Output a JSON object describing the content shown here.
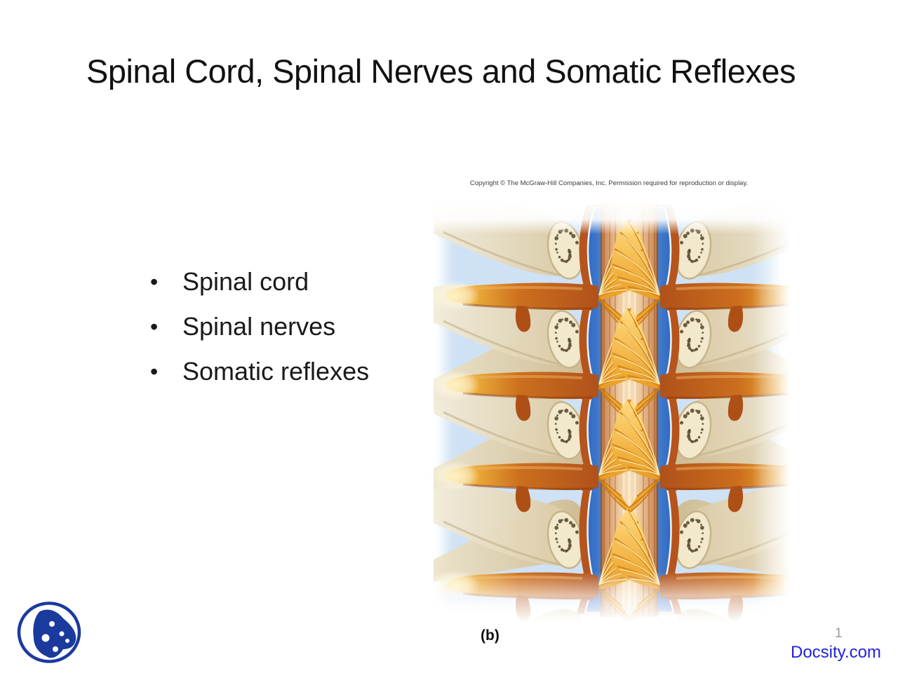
{
  "slide": {
    "title": "Spinal Cord, Spinal Nerves and Somatic Reflexes",
    "bullets": [
      "Spinal cord",
      "Spinal nerves",
      "Somatic reflexes"
    ]
  },
  "figure": {
    "copyright": "Copyright © The McGraw-Hill Companies, Inc. Permission required for reproduction or display.",
    "panel_label": "(b)"
  },
  "footer": {
    "page_number": "1",
    "brand": "Docsity.com"
  },
  "icons": {
    "logo": "docsity-logo"
  },
  "colors": {
    "brand_blue": "#2222DD",
    "logo_blue": "#1B3A9E",
    "figure_background_blue": "#CFE2F5",
    "bone_beige": "#D8C7A1",
    "nerve_orange": "#C4671C",
    "dura_blue": "#3D78CC",
    "rootlet_yellow": "#F3B43C",
    "cord_tan": "#EECBA0"
  }
}
